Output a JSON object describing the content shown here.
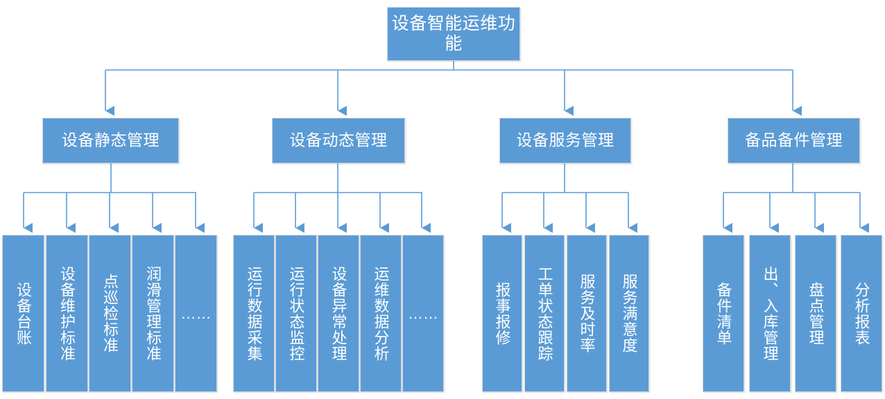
{
  "diagram": {
    "title_text": "设备智能运维功能",
    "colors": {
      "node_fill": "#5B9BD5",
      "node_text": "#FFFFFF",
      "connector": "#5B9BD5",
      "background": "#FFFFFF",
      "node_border": "#CFD6DD"
    },
    "root": {
      "label": "设备智能运维功能"
    },
    "branches": [
      {
        "label": "设备静态管理",
        "leaves": [
          {
            "label": "设备台账",
            "kind": "item"
          },
          {
            "label": "设备维护标准",
            "kind": "item"
          },
          {
            "label": "点巡检标准",
            "kind": "item"
          },
          {
            "label": "润滑管理标准",
            "kind": "item"
          },
          {
            "label": "……",
            "kind": "ellipsis"
          }
        ]
      },
      {
        "label": "设备动态管理",
        "leaves": [
          {
            "label": "运行数据采集",
            "kind": "item"
          },
          {
            "label": "运行状态监控",
            "kind": "item"
          },
          {
            "label": "设备异常处理",
            "kind": "item"
          },
          {
            "label": "运维数据分析",
            "kind": "item"
          },
          {
            "label": "……",
            "kind": "ellipsis"
          }
        ]
      },
      {
        "label": "设备服务管理",
        "leaves": [
          {
            "label": "报事报修",
            "kind": "item"
          },
          {
            "label": "工单状态跟踪",
            "kind": "item"
          },
          {
            "label": "服务及时率",
            "kind": "item"
          },
          {
            "label": "服务满意度",
            "kind": "item"
          }
        ]
      },
      {
        "label": "备品备件管理",
        "leaves": [
          {
            "label": "备件清单",
            "kind": "item"
          },
          {
            "label": "出、入库管理",
            "kind": "item"
          },
          {
            "label": "盘点管理",
            "kind": "item"
          },
          {
            "label": "分析报表",
            "kind": "item"
          }
        ]
      }
    ]
  }
}
